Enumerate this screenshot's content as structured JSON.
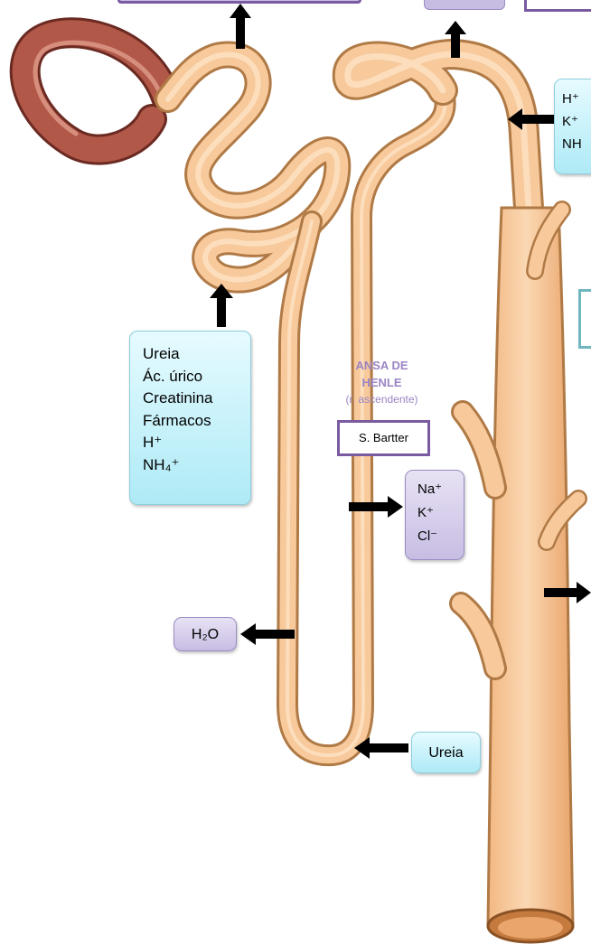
{
  "labels": {
    "secretion": [
      "Ureia",
      "Ác. úrico",
      "Creatinina",
      "Fármacos",
      "H⁺",
      "NH₄⁺"
    ],
    "distal_secretion": [
      "H⁺",
      "K⁺",
      "NH"
    ],
    "loop_title_line1": "ANSA DE",
    "loop_title_line2": "HENLE",
    "loop_subtitle": "(r. ascendente)",
    "bartter": "S. Bartter",
    "loop_ions": [
      "Na⁺",
      "K⁺",
      "Cl⁻"
    ],
    "water": "H₂O",
    "urea": "Ureia"
  },
  "colors": {
    "tubule_fill": "#f7c99b",
    "tubule_outline": "#b07a46",
    "capsule_fill": "#b25848",
    "box_blue": "#aeeaf6",
    "box_purple": "#c7bde3",
    "border_purple": "#7a5aa0",
    "label_purple": "#9a85c4",
    "arrow": "#000000"
  },
  "icons": {
    "arrow": "black-block-arrow"
  }
}
